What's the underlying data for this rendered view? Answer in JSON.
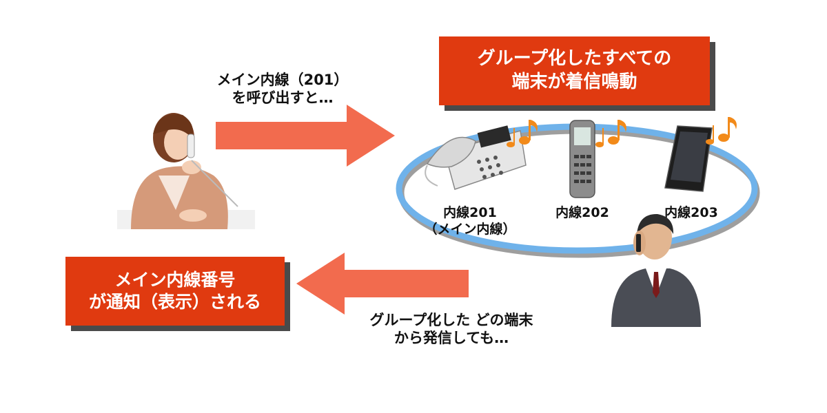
{
  "caller_call_text": "メイン内線（201）\nを呼び出すと…",
  "ring_box_text": "グループ化したすべての\n端末が着信鳴動",
  "ext_labels": [
    "内線201\n（メイン内線）",
    "内線202",
    "内線203"
  ],
  "notify_box_text": "メイン内線番号\nが通知（表示）される",
  "outgoing_text": "グループ化した どの端末\nから発信しても…",
  "colors": {
    "arrow": "#f26b4e",
    "box": "#e03a10",
    "ring": "#6fb2ea",
    "shadow": "#4a4a4a"
  }
}
